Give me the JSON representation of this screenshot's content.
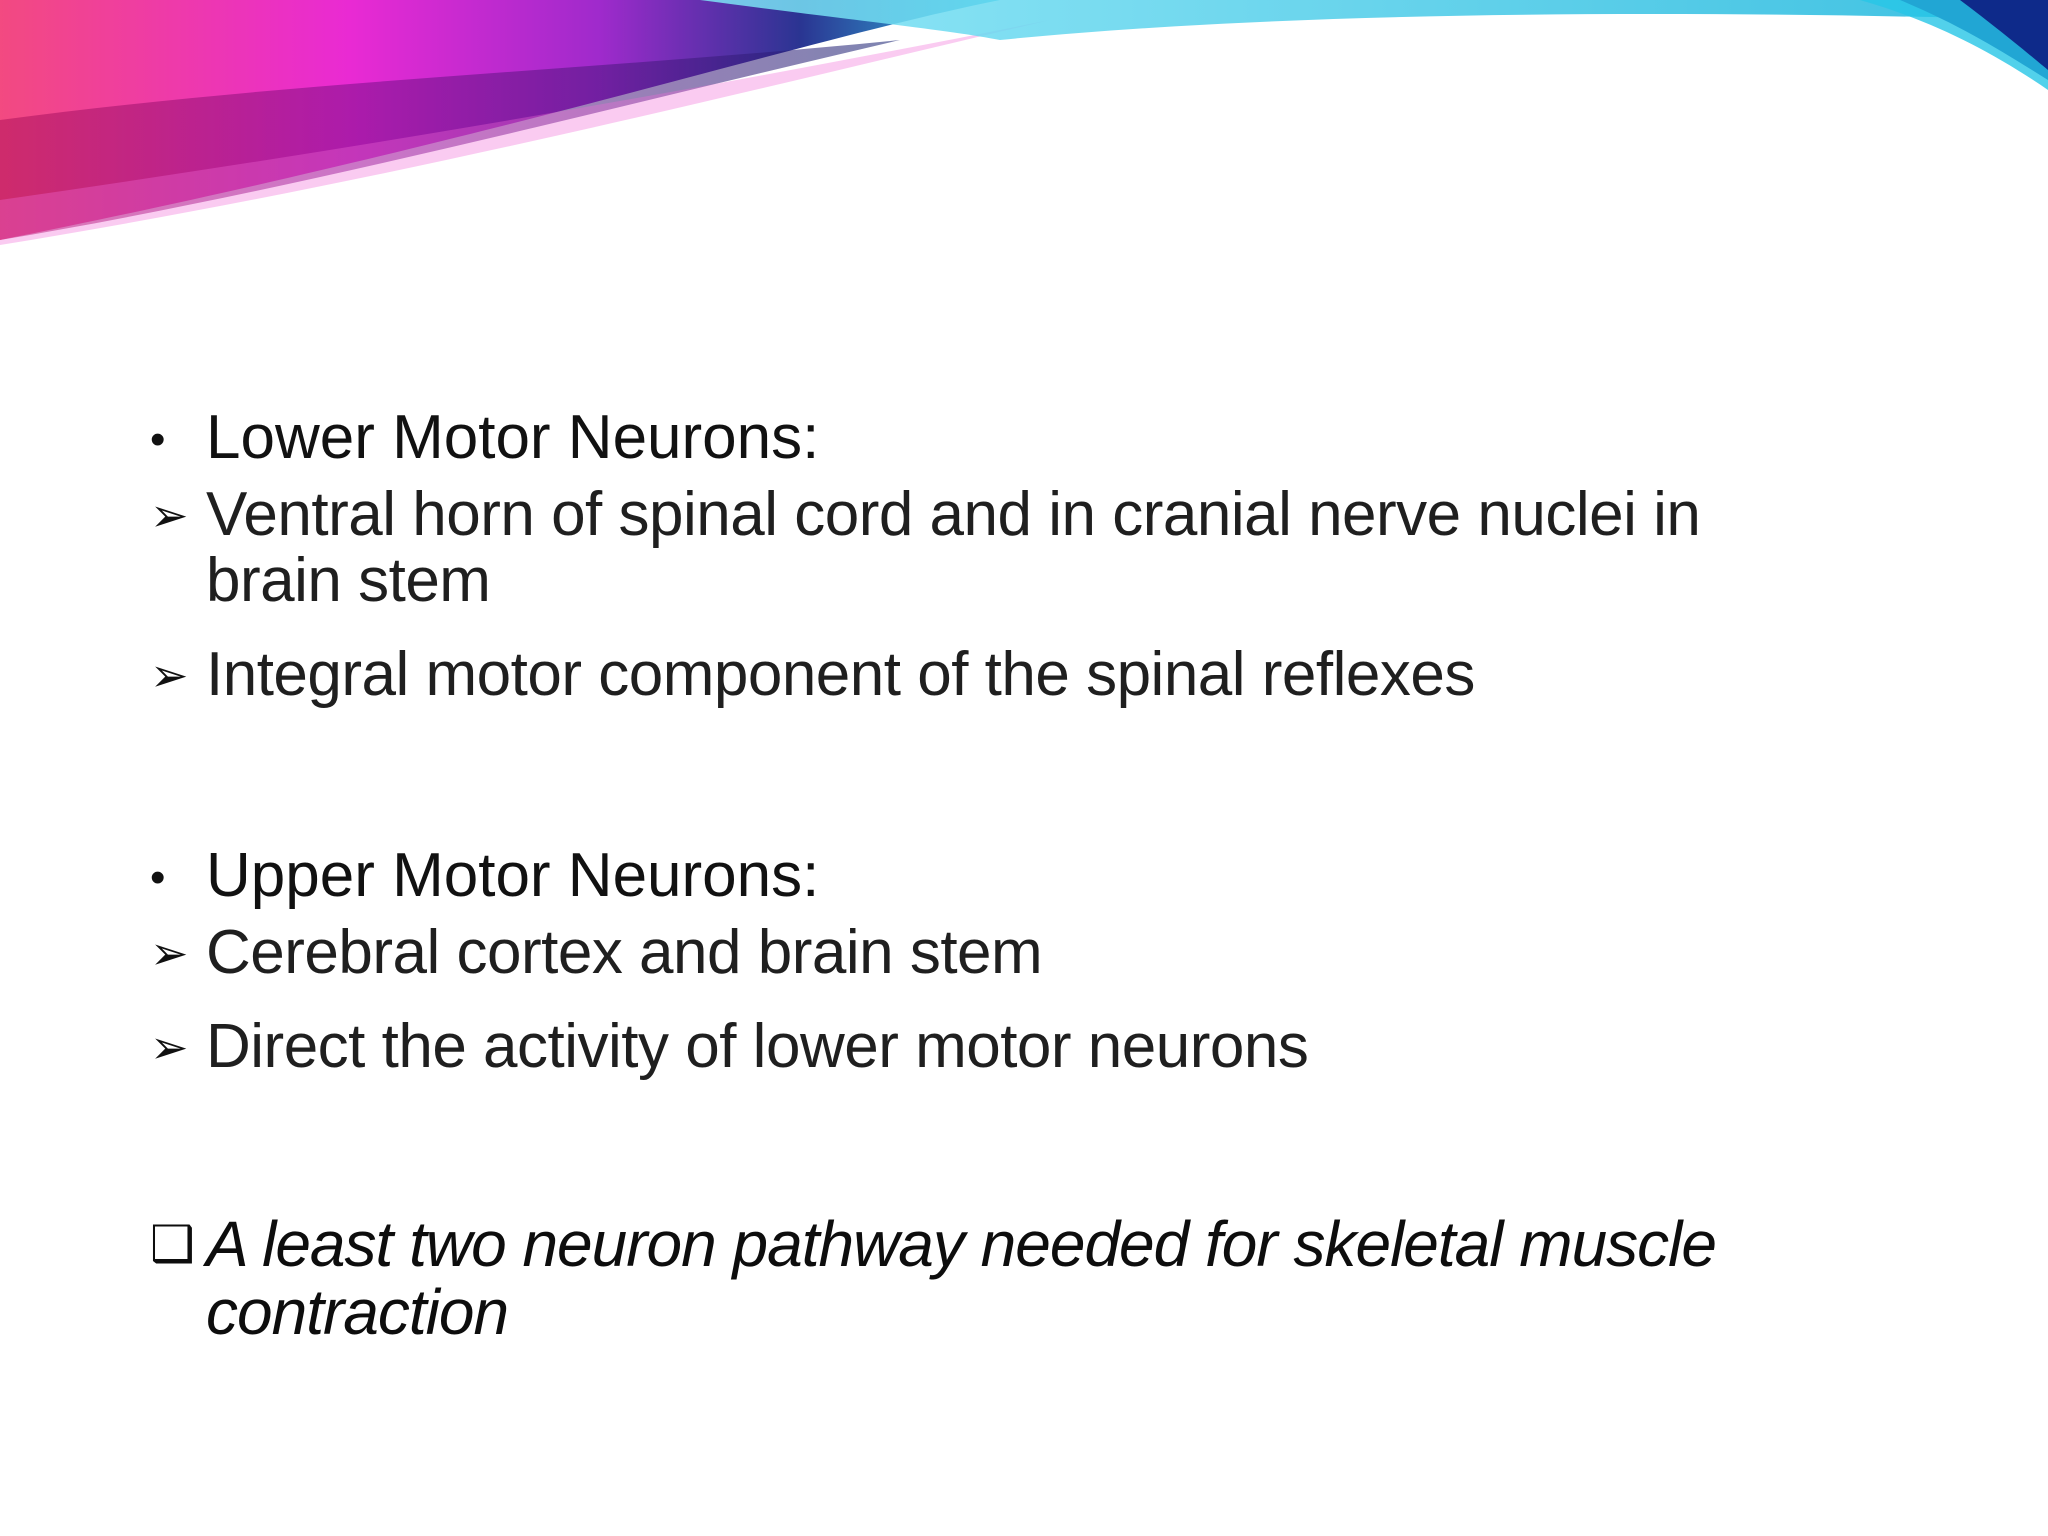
{
  "colors": {
    "background": "#ffffff",
    "wave_magenta": "#e81fd1",
    "wave_pink": "#f2407a",
    "wave_navy": "#1f2a8c",
    "wave_cyan": "#27c6e6"
  },
  "icons": {
    "bullet": "•",
    "arrow": "➢",
    "box": "❑"
  },
  "sections": [
    {
      "heading": "Lower Motor Neurons:",
      "items": [
        "Ventral horn of spinal cord and in cranial nerve nuclei in brain stem",
        "Integral motor component of the spinal reflexes"
      ]
    },
    {
      "heading": "Upper Motor Neurons:",
      "items": [
        "Cerebral cortex and brain stem",
        "Direct the activity of lower motor neurons"
      ]
    }
  ],
  "note": "A least two neuron pathway needed for skeletal muscle contraction"
}
